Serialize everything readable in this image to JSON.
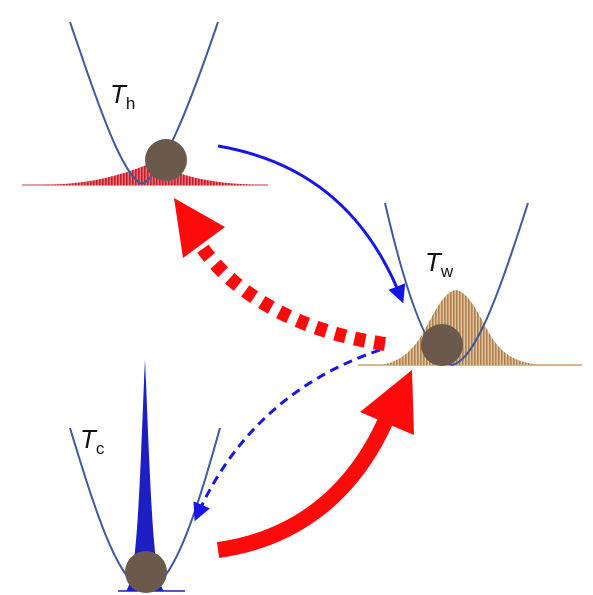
{
  "labels": {
    "hot": {
      "symbol": "T",
      "subscript": "h"
    },
    "warm": {
      "symbol": "T",
      "subscript": "w"
    },
    "cold": {
      "symbol": "T",
      "subscript": "c"
    }
  },
  "colors": {
    "well": "#3d5a9c",
    "particle": "#6b5a4b",
    "hot_distribution": "#d8363f",
    "warm_distribution": "#c8a070",
    "cold_distribution": "#1d1fc4",
    "blue_arrow": "#1616e6",
    "red_arrow": "#ff0a0a"
  }
}
